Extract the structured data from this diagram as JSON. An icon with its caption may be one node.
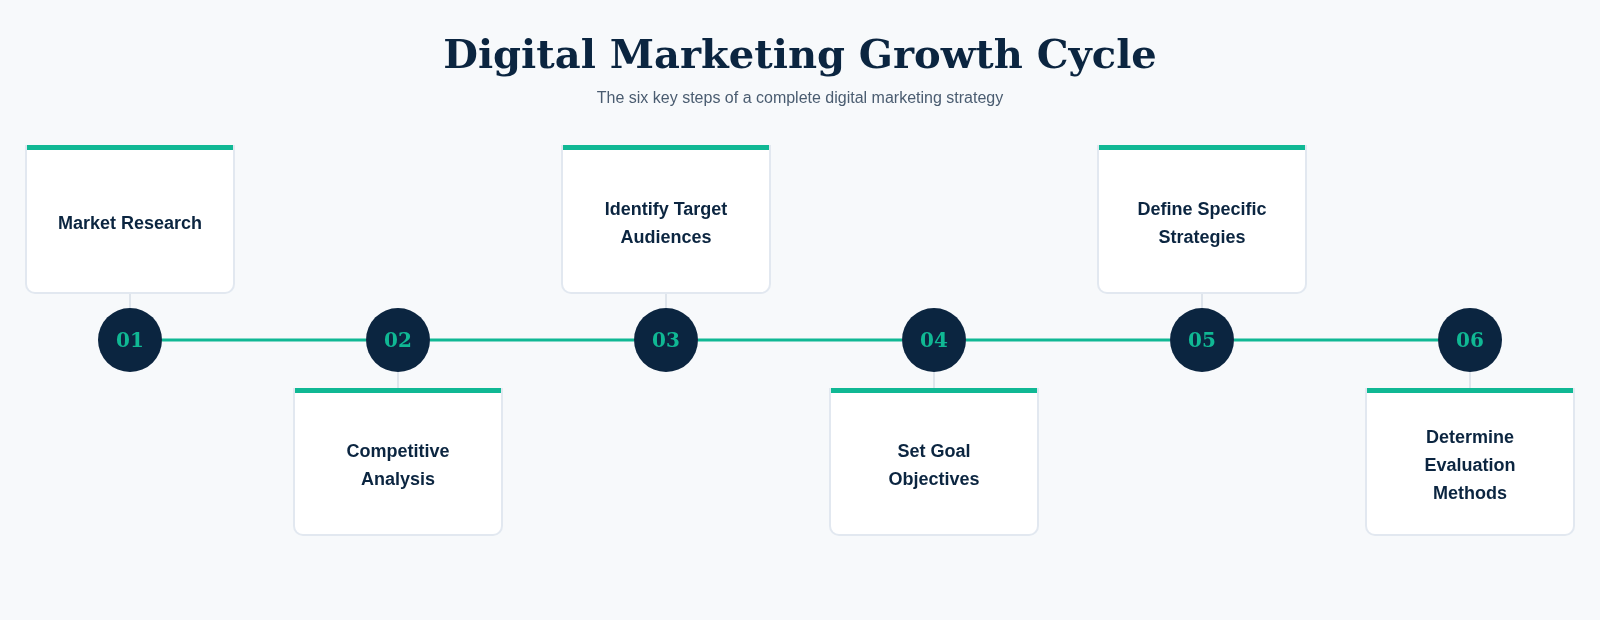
{
  "diagram": {
    "title": "Digital Marketing Growth Cycle",
    "caption": "The six key steps of a complete digital marketing strategy",
    "nodes": [
      {
        "text": [
          "01"
        ]
      },
      {
        "text": [
          "02"
        ]
      },
      {
        "text": [
          "03"
        ]
      },
      {
        "text": [
          "04"
        ]
      },
      {
        "text": [
          "05"
        ]
      },
      {
        "text": [
          "06"
        ]
      },
      {
        "text": [
          "Market Research"
        ]
      },
      {
        "text": [
          "Competitive Analysis"
        ]
      },
      {
        "text": [
          "Identify Target Audiences"
        ]
      },
      {
        "text": [
          "Set Goal Objectives"
        ]
      },
      {
        "text": [
          "Define Specific Strategies"
        ]
      },
      {
        "text": [
          "Determine Evaluation Methods"
        ]
      }
    ],
    "edges": [
      {
        "from": 0,
        "to": 1,
        "arrow": "none",
        "color": "#10b894"
      },
      {
        "from": 1,
        "to": 2,
        "arrow": "none",
        "color": "#10b894"
      },
      {
        "from": 2,
        "to": 3,
        "arrow": "none",
        "color": "#10b894"
      },
      {
        "from": 3,
        "to": 4,
        "arrow": "none",
        "color": "#10b894"
      },
      {
        "from": 4,
        "to": 5,
        "arrow": "none",
        "color": "#10b894"
      },
      {
        "from": 6,
        "to": 0,
        "arrow": "none"
      },
      {
        "from": 1,
        "to": 7,
        "arrow": "none"
      },
      {
        "from": 8,
        "to": 2,
        "arrow": "none"
      },
      {
        "from": 3,
        "to": 9,
        "arrow": "none"
      },
      {
        "from": 10,
        "to": 4,
        "arrow": "none"
      },
      {
        "from": 5,
        "to": 11,
        "arrow": "none"
      }
    ]
  }
}
